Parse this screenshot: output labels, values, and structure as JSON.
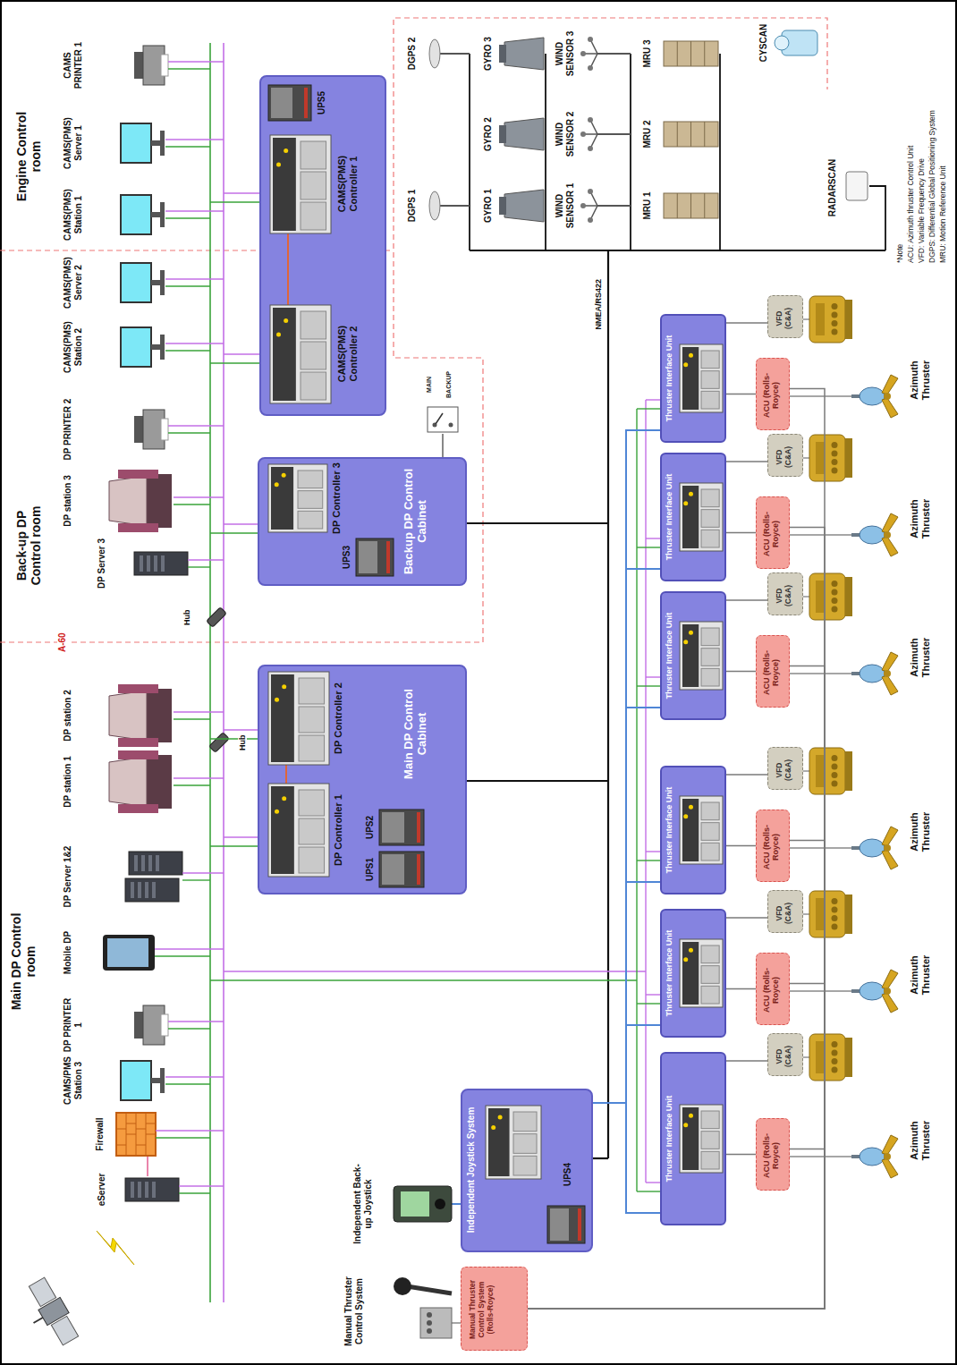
{
  "diagram": {
    "nodes": [
      {
        "text": [
          "CAMS(PMS) Controller 2",
          "CAMS(PMS) Controller 1",
          "UPS5"
        ]
      },
      {
        "text": [
          "DP Controller 3",
          "UPS3",
          "Backup DP Control Cabinet"
        ]
      },
      {
        "text": [
          "DP Controller 1",
          "DP Controller 2",
          "UPS1",
          "UPS2",
          "Main DP Control Cabinet"
        ]
      },
      {
        "text": [
          "Independent Joystick System",
          "UPS4"
        ]
      },
      {
        "text": [
          "Manual Thruster Control System (Rolls-Royce)"
        ]
      },
      {
        "text": [
          "Thruster Interface Unit"
        ]
      },
      {
        "text": [
          "ACU (Rolls-Royce)"
        ]
      },
      {
        "text": [
          "VFD (C&A)"
        ]
      },
      {
        "text": [
          "Thruster Interface Unit"
        ]
      },
      {
        "text": [
          "ACU (Rolls-Royce)"
        ]
      },
      {
        "text": [
          "VFD (C&A)"
        ]
      },
      {
        "text": [
          "Thruster Interface Unit"
        ]
      },
      {
        "text": [
          "ACU (Rolls-Royce)"
        ]
      },
      {
        "text": [
          "VFD (C&A)"
        ]
      },
      {
        "text": [
          "Thruster Interface Unit"
        ]
      },
      {
        "text": [
          "ACU (Rolls-Royce)"
        ]
      },
      {
        "text": [
          "VFD (C&A)"
        ]
      },
      {
        "text": [
          "Thruster Interface Unit"
        ]
      },
      {
        "text": [
          "ACU (Rolls-Royce)"
        ]
      },
      {
        "text": [
          "VFD (C&A)"
        ]
      },
      {
        "text": [
          "Thruster Interface Unit"
        ]
      },
      {
        "text": [
          "ACU (Rolls-Royce)"
        ]
      },
      {
        "text": [
          "VFD (C&A)"
        ]
      }
    ],
    "edges": [
      {
        "from": 5,
        "to": 6,
        "arrow": "none"
      },
      {
        "from": 5,
        "to": 7,
        "arrow": "none"
      },
      {
        "from": 4,
        "to": 6,
        "arrow": "none"
      },
      {
        "from": 3,
        "to": 5,
        "arrow": "none"
      },
      {
        "from": 8,
        "to": 9,
        "arrow": "none"
      },
      {
        "from": 8,
        "to": 10,
        "arrow": "none"
      },
      {
        "from": 4,
        "to": 9,
        "arrow": "none"
      },
      {
        "from": 3,
        "to": 8,
        "arrow": "none"
      },
      {
        "from": 11,
        "to": 12,
        "arrow": "none"
      },
      {
        "from": 11,
        "to": 13,
        "arrow": "none"
      },
      {
        "from": 4,
        "to": 12,
        "arrow": "none"
      },
      {
        "from": 3,
        "to": 11,
        "arrow": "none"
      },
      {
        "from": 14,
        "to": 15,
        "arrow": "none"
      },
      {
        "from": 14,
        "to": 16,
        "arrow": "none"
      },
      {
        "from": 4,
        "to": 15,
        "arrow": "none"
      },
      {
        "from": 3,
        "to": 14,
        "arrow": "none"
      },
      {
        "from": 17,
        "to": 18,
        "arrow": "none"
      },
      {
        "from": 17,
        "to": 19,
        "arrow": "none"
      },
      {
        "from": 4,
        "to": 18,
        "arrow": "none"
      },
      {
        "from": 3,
        "to": 17,
        "arrow": "none"
      },
      {
        "from": 20,
        "to": 21,
        "arrow": "none"
      },
      {
        "from": 20,
        "to": 22,
        "arrow": "none"
      },
      {
        "from": 4,
        "to": 21,
        "arrow": "none"
      },
      {
        "from": 3,
        "to": 20,
        "arrow": "none"
      }
    ],
    "labels": [
      "Engine Control room",
      "Back-up DP Control room",
      "Main DP Control room",
      "A-60",
      "CAMS PRINTER 1",
      "CAMS(PMS) Server 1",
      "CAMS(PMS) Station 1",
      "CAMS(PMS) Server 2",
      "CAMS(PMS) Station 2",
      "DP PRINTER 2",
      "DP station 3",
      "DP Server 3",
      "Hub",
      "DP station 2",
      "Hub",
      "DP station 1",
      "DP Server 1&2",
      "Mobile DP",
      "DP PRINTER 1",
      "CAMS/PMS Station 3",
      "Firewall",
      "eServer",
      "Independent Back-up Joystick",
      "Manual Thruster Control System",
      "MAIN",
      "BACKUP",
      "NMEA/RS422",
      "DGPS 2",
      "GYRO 3",
      "WIND SENSOR 3",
      "MRU 3",
      "CYSCAN",
      "GYRO 2",
      "WIND SENSOR 2",
      "MRU 2",
      "DGPS 1",
      "GYRO 1",
      "WIND SENSOR 1",
      "MRU 1",
      "RADARSCAN",
      "*Note",
      "ACU: Azimuth thruster Control Unit",
      "VFD: Variable Frequency Drive",
      "DGPS: Differential Global Positioning System",
      "MRU: Motion Reference Unit",
      "Azimuth Thruster",
      "Azimuth Thruster",
      "Azimuth Thruster",
      "Azimuth Thruster",
      "Azimuth Thruster",
      "Azimuth Thruster"
    ]
  }
}
